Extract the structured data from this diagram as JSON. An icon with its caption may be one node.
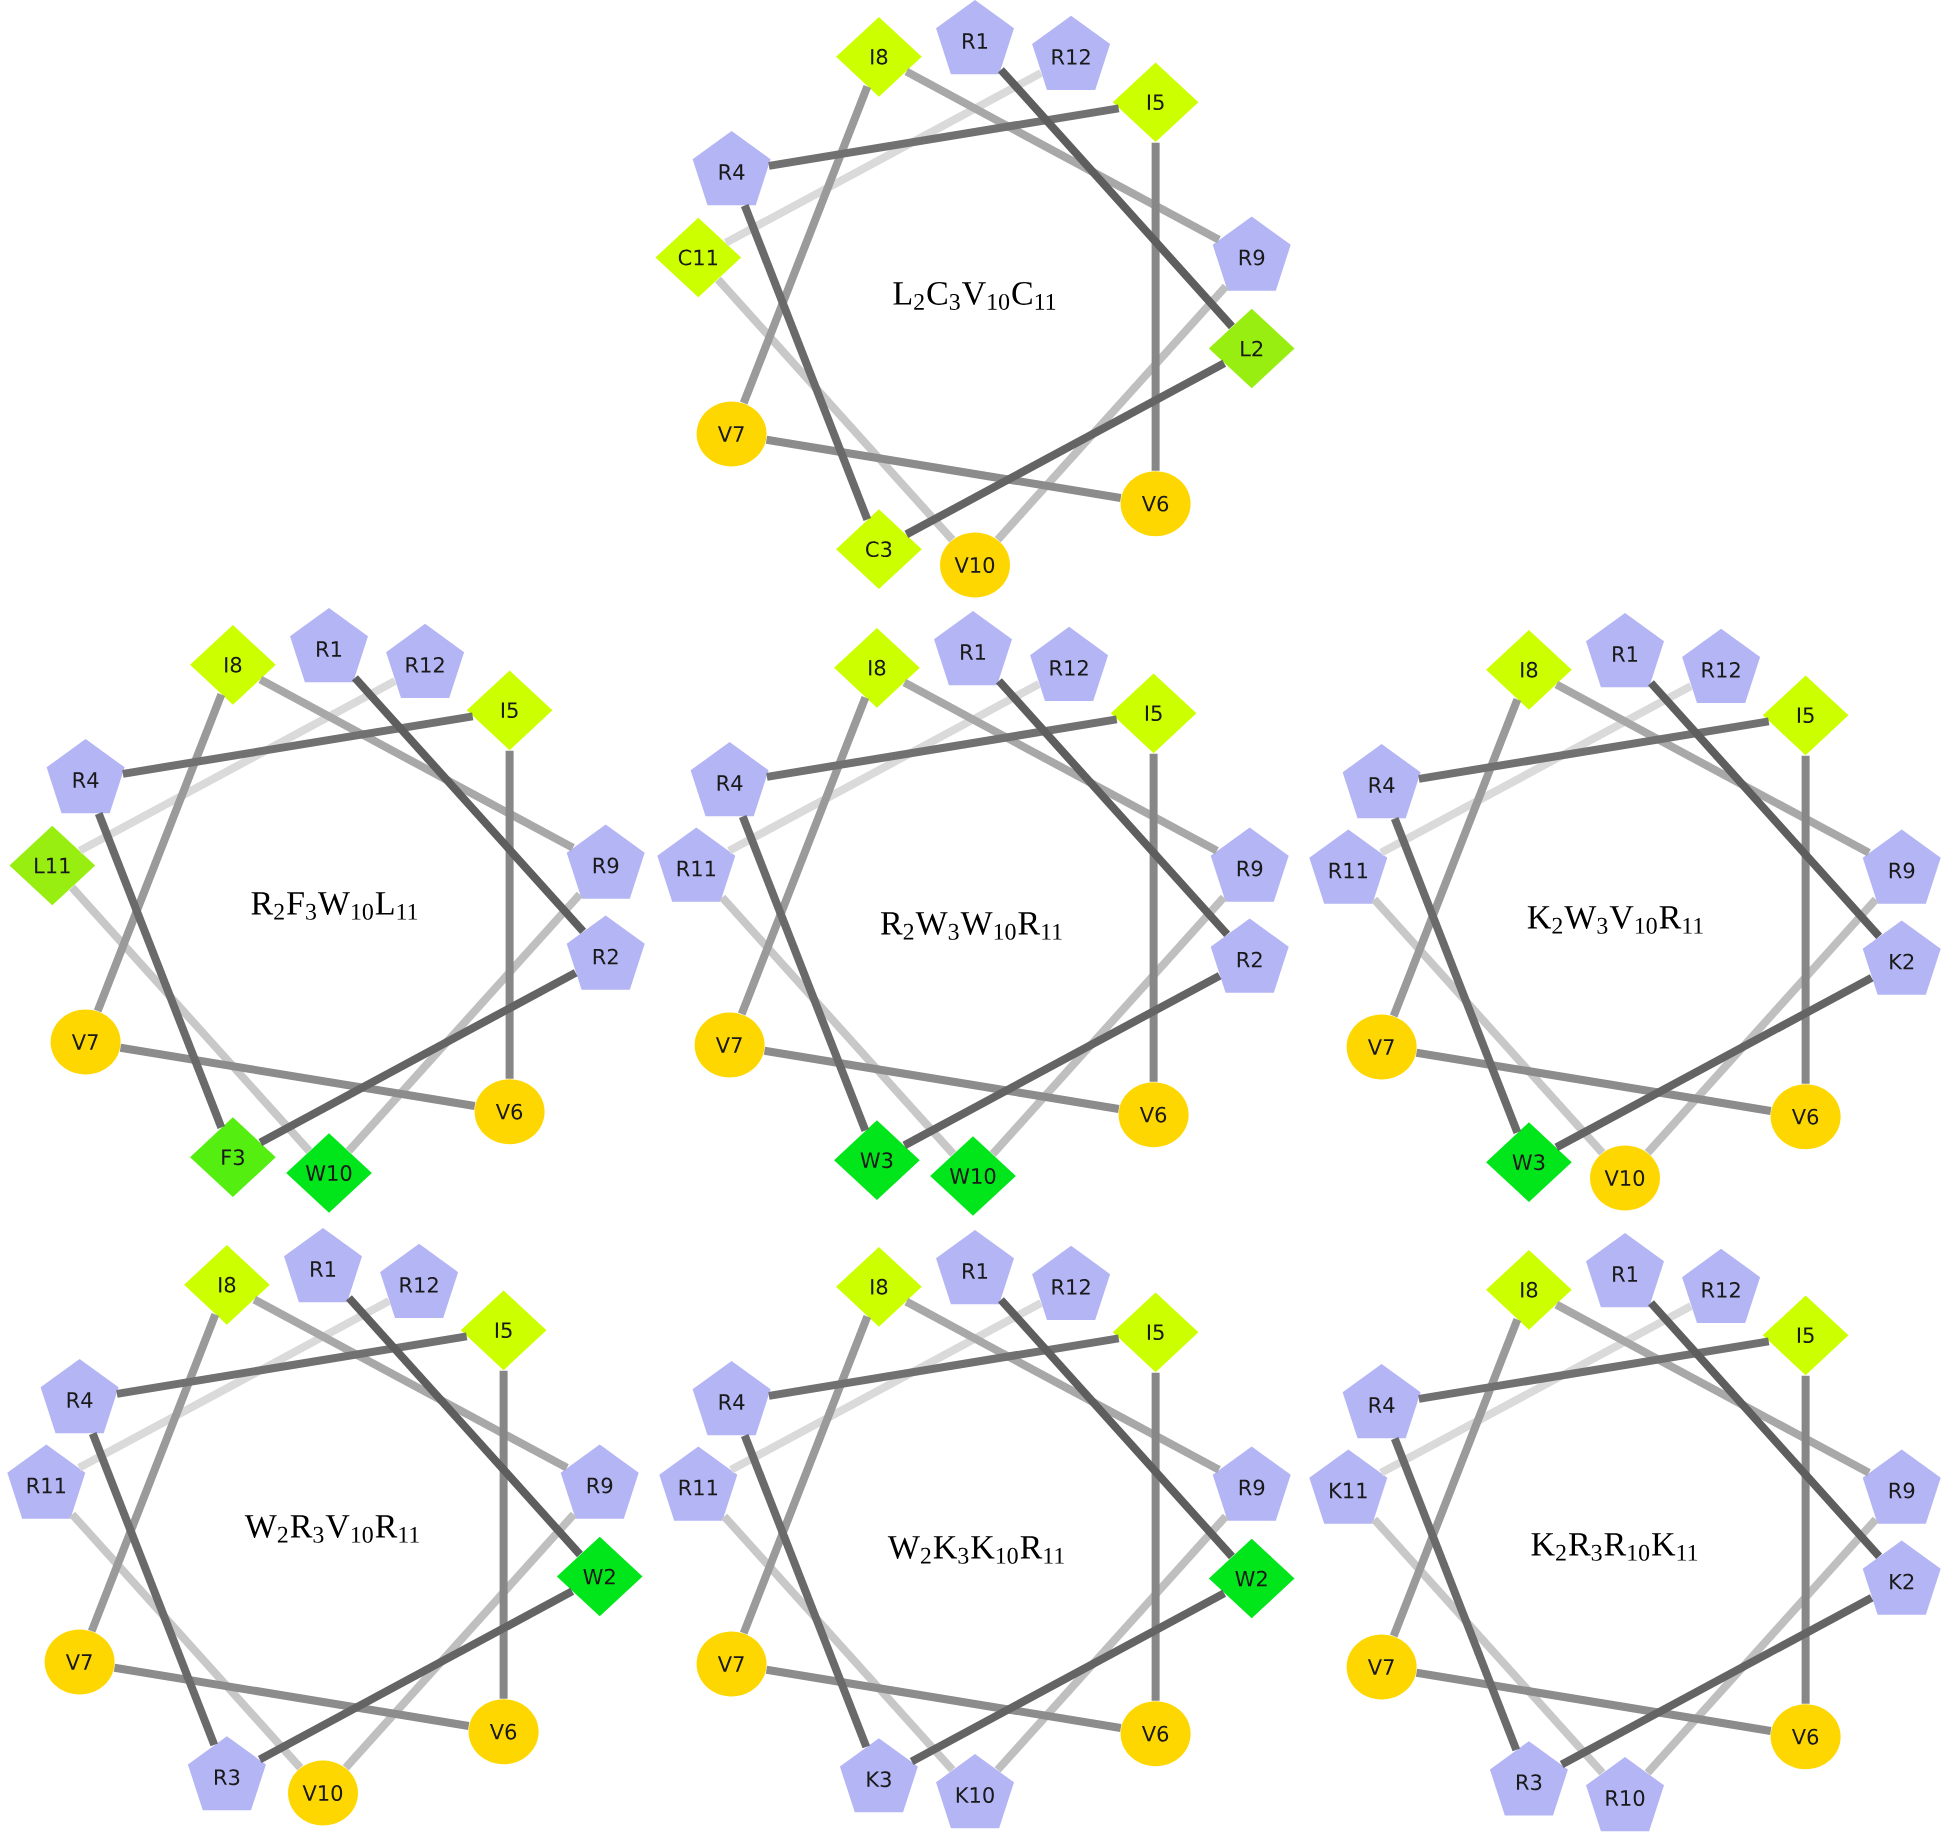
{
  "diagram": {
    "nodes": [
      {
        "text": [
          "R1"
        ]
      },
      {
        "text": [
          "L2"
        ]
      },
      {
        "text": [
          "C3"
        ]
      },
      {
        "text": [
          "R4"
        ]
      },
      {
        "text": [
          "I5"
        ]
      },
      {
        "text": [
          "V6"
        ]
      },
      {
        "text": [
          "V7"
        ]
      },
      {
        "text": [
          "I8"
        ]
      },
      {
        "text": [
          "R9"
        ]
      },
      {
        "text": [
          "V10"
        ]
      },
      {
        "text": [
          "C11"
        ]
      },
      {
        "text": [
          "R12"
        ]
      },
      {
        "text": [
          "R1"
        ]
      },
      {
        "text": [
          "R2"
        ]
      },
      {
        "text": [
          "F3"
        ]
      },
      {
        "text": [
          "R4"
        ]
      },
      {
        "text": [
          "I5"
        ]
      },
      {
        "text": [
          "V6"
        ]
      },
      {
        "text": [
          "V7"
        ]
      },
      {
        "text": [
          "I8"
        ]
      },
      {
        "text": [
          "R9"
        ]
      },
      {
        "text": [
          "W10"
        ]
      },
      {
        "text": [
          "L11"
        ]
      },
      {
        "text": [
          "R12"
        ]
      },
      {
        "text": [
          "R1"
        ]
      },
      {
        "text": [
          "R2"
        ]
      },
      {
        "text": [
          "W3"
        ]
      },
      {
        "text": [
          "R4"
        ]
      },
      {
        "text": [
          "I5"
        ]
      },
      {
        "text": [
          "V6"
        ]
      },
      {
        "text": [
          "V7"
        ]
      },
      {
        "text": [
          "I8"
        ]
      },
      {
        "text": [
          "R9"
        ]
      },
      {
        "text": [
          "W10"
        ]
      },
      {
        "text": [
          "R11"
        ]
      },
      {
        "text": [
          "R12"
        ]
      },
      {
        "text": [
          "R1"
        ]
      },
      {
        "text": [
          "K2"
        ]
      },
      {
        "text": [
          "W3"
        ]
      },
      {
        "text": [
          "R4"
        ]
      },
      {
        "text": [
          "I5"
        ]
      },
      {
        "text": [
          "V6"
        ]
      },
      {
        "text": [
          "V7"
        ]
      },
      {
        "text": [
          "I8"
        ]
      },
      {
        "text": [
          "R9"
        ]
      },
      {
        "text": [
          "V10"
        ]
      },
      {
        "text": [
          "R11"
        ]
      },
      {
        "text": [
          "R12"
        ]
      },
      {
        "text": [
          "R1"
        ]
      },
      {
        "text": [
          "W2"
        ]
      },
      {
        "text": [
          "R3"
        ]
      },
      {
        "text": [
          "R4"
        ]
      },
      {
        "text": [
          "I5"
        ]
      },
      {
        "text": [
          "V6"
        ]
      },
      {
        "text": [
          "V7"
        ]
      },
      {
        "text": [
          "I8"
        ]
      },
      {
        "text": [
          "R9"
        ]
      },
      {
        "text": [
          "V10"
        ]
      },
      {
        "text": [
          "R11"
        ]
      },
      {
        "text": [
          "R12"
        ]
      },
      {
        "text": [
          "R1"
        ]
      },
      {
        "text": [
          "W2"
        ]
      },
      {
        "text": [
          "K3"
        ]
      },
      {
        "text": [
          "R4"
        ]
      },
      {
        "text": [
          "I5"
        ]
      },
      {
        "text": [
          "V6"
        ]
      },
      {
        "text": [
          "V7"
        ]
      },
      {
        "text": [
          "I8"
        ]
      },
      {
        "text": [
          "R9"
        ]
      },
      {
        "text": [
          "K10"
        ]
      },
      {
        "text": [
          "R11"
        ]
      },
      {
        "text": [
          "R12"
        ]
      },
      {
        "text": [
          "R1"
        ]
      },
      {
        "text": [
          "K2"
        ]
      },
      {
        "text": [
          "R3"
        ]
      },
      {
        "text": [
          "R4"
        ]
      },
      {
        "text": [
          "I5"
        ]
      },
      {
        "text": [
          "V6"
        ]
      },
      {
        "text": [
          "V7"
        ]
      },
      {
        "text": [
          "I8"
        ]
      },
      {
        "text": [
          "R9"
        ]
      },
      {
        "text": [
          "R10"
        ]
      },
      {
        "text": [
          "K11"
        ]
      },
      {
        "text": [
          "R12"
        ]
      }
    ],
    "edges": [
      {
        "from": 0,
        "to": 1,
        "arrow": "none",
        "color": "#5e5e5e"
      },
      {
        "from": 1,
        "to": 2,
        "arrow": "none",
        "color": "#646464"
      },
      {
        "from": 2,
        "to": 3,
        "arrow": "none",
        "color": "#6a6a6a"
      },
      {
        "from": 3,
        "to": 4,
        "arrow": "none",
        "color": "#717171"
      },
      {
        "from": 4,
        "to": 5,
        "arrow": "none",
        "color": "#878787"
      },
      {
        "from": 5,
        "to": 6,
        "arrow": "none",
        "color": "#8c8c8c"
      },
      {
        "from": 6,
        "to": 7,
        "arrow": "none",
        "color": "#9a9a9a"
      },
      {
        "from": 7,
        "to": 8,
        "arrow": "none",
        "color": "#a8a8a8"
      },
      {
        "from": 8,
        "to": 9,
        "arrow": "none",
        "color": "#bfbfbf"
      },
      {
        "from": 9,
        "to": 10,
        "arrow": "none",
        "color": "#c8c8c8"
      },
      {
        "from": 10,
        "to": 11,
        "arrow": "none",
        "color": "#dadada"
      },
      {
        "from": 12,
        "to": 13,
        "arrow": "none",
        "color": "#5e5e5e"
      },
      {
        "from": 13,
        "to": 14,
        "arrow": "none",
        "color": "#646464"
      },
      {
        "from": 14,
        "to": 15,
        "arrow": "none",
        "color": "#6a6a6a"
      },
      {
        "from": 15,
        "to": 16,
        "arrow": "none",
        "color": "#717171"
      },
      {
        "from": 16,
        "to": 17,
        "arrow": "none",
        "color": "#878787"
      },
      {
        "from": 17,
        "to": 18,
        "arrow": "none",
        "color": "#8c8c8c"
      },
      {
        "from": 18,
        "to": 19,
        "arrow": "none",
        "color": "#9a9a9a"
      },
      {
        "from": 19,
        "to": 20,
        "arrow": "none",
        "color": "#a8a8a8"
      },
      {
        "from": 20,
        "to": 21,
        "arrow": "none",
        "color": "#bfbfbf"
      },
      {
        "from": 21,
        "to": 22,
        "arrow": "none",
        "color": "#c8c8c8"
      },
      {
        "from": 22,
        "to": 23,
        "arrow": "none",
        "color": "#dadada"
      },
      {
        "from": 24,
        "to": 25,
        "arrow": "none",
        "color": "#5e5e5e"
      },
      {
        "from": 25,
        "to": 26,
        "arrow": "none",
        "color": "#646464"
      },
      {
        "from": 26,
        "to": 27,
        "arrow": "none",
        "color": "#6a6a6a"
      },
      {
        "from": 27,
        "to": 28,
        "arrow": "none",
        "color": "#717171"
      },
      {
        "from": 28,
        "to": 29,
        "arrow": "none",
        "color": "#878787"
      },
      {
        "from": 29,
        "to": 30,
        "arrow": "none",
        "color": "#8c8c8c"
      },
      {
        "from": 30,
        "to": 31,
        "arrow": "none",
        "color": "#9a9a9a"
      },
      {
        "from": 31,
        "to": 32,
        "arrow": "none",
        "color": "#a8a8a8"
      },
      {
        "from": 32,
        "to": 33,
        "arrow": "none",
        "color": "#bfbfbf"
      },
      {
        "from": 33,
        "to": 34,
        "arrow": "none",
        "color": "#c8c8c8"
      },
      {
        "from": 34,
        "to": 35,
        "arrow": "none",
        "color": "#dadada"
      },
      {
        "from": 36,
        "to": 37,
        "arrow": "none",
        "color": "#5e5e5e"
      },
      {
        "from": 37,
        "to": 38,
        "arrow": "none",
        "color": "#646464"
      },
      {
        "from": 38,
        "to": 39,
        "arrow": "none",
        "color": "#6a6a6a"
      },
      {
        "from": 39,
        "to": 40,
        "arrow": "none",
        "color": "#717171"
      },
      {
        "from": 40,
        "to": 41,
        "arrow": "none",
        "color": "#878787"
      },
      {
        "from": 41,
        "to": 42,
        "arrow": "none",
        "color": "#8c8c8c"
      },
      {
        "from": 42,
        "to": 43,
        "arrow": "none",
        "color": "#9a9a9a"
      },
      {
        "from": 43,
        "to": 44,
        "arrow": "none",
        "color": "#a8a8a8"
      },
      {
        "from": 44,
        "to": 45,
        "arrow": "none",
        "color": "#bfbfbf"
      },
      {
        "from": 45,
        "to": 46,
        "arrow": "none",
        "color": "#c8c8c8"
      },
      {
        "from": 46,
        "to": 47,
        "arrow": "none",
        "color": "#dadada"
      },
      {
        "from": 48,
        "to": 49,
        "arrow": "none",
        "color": "#5e5e5e"
      },
      {
        "from": 49,
        "to": 50,
        "arrow": "none",
        "color": "#646464"
      },
      {
        "from": 50,
        "to": 51,
        "arrow": "none",
        "color": "#6a6a6a"
      },
      {
        "from": 51,
        "to": 52,
        "arrow": "none",
        "color": "#717171"
      },
      {
        "from": 52,
        "to": 53,
        "arrow": "none",
        "color": "#878787"
      },
      {
        "from": 53,
        "to": 54,
        "arrow": "none",
        "color": "#8c8c8c"
      },
      {
        "from": 54,
        "to": 55,
        "arrow": "none",
        "color": "#9a9a9a"
      },
      {
        "from": 55,
        "to": 56,
        "arrow": "none",
        "color": "#a8a8a8"
      },
      {
        "from": 56,
        "to": 57,
        "arrow": "none",
        "color": "#bfbfbf"
      },
      {
        "from": 57,
        "to": 58,
        "arrow": "none",
        "color": "#c8c8c8"
      },
      {
        "from": 58,
        "to": 59,
        "arrow": "none",
        "color": "#dadada"
      },
      {
        "from": 60,
        "to": 61,
        "arrow": "none",
        "color": "#5e5e5e"
      },
      {
        "from": 61,
        "to": 62,
        "arrow": "none",
        "color": "#646464"
      },
      {
        "from": 62,
        "to": 63,
        "arrow": "none",
        "color": "#6a6a6a"
      },
      {
        "from": 63,
        "to": 64,
        "arrow": "none",
        "color": "#717171"
      },
      {
        "from": 64,
        "to": 65,
        "arrow": "none",
        "color": "#878787"
      },
      {
        "from": 65,
        "to": 66,
        "arrow": "none",
        "color": "#8c8c8c"
      },
      {
        "from": 66,
        "to": 67,
        "arrow": "none",
        "color": "#9a9a9a"
      },
      {
        "from": 67,
        "to": 68,
        "arrow": "none",
        "color": "#a8a8a8"
      },
      {
        "from": 68,
        "to": 69,
        "arrow": "none",
        "color": "#bfbfbf"
      },
      {
        "from": 69,
        "to": 70,
        "arrow": "none",
        "color": "#c8c8c8"
      },
      {
        "from": 70,
        "to": 71,
        "arrow": "none",
        "color": "#dadada"
      },
      {
        "from": 72,
        "to": 73,
        "arrow": "none",
        "color": "#5e5e5e"
      },
      {
        "from": 73,
        "to": 74,
        "arrow": "none",
        "color": "#646464"
      },
      {
        "from": 74,
        "to": 75,
        "arrow": "none",
        "color": "#6a6a6a"
      },
      {
        "from": 75,
        "to": 76,
        "arrow": "none",
        "color": "#717171"
      },
      {
        "from": 76,
        "to": 77,
        "arrow": "none",
        "color": "#878787"
      },
      {
        "from": 77,
        "to": 78,
        "arrow": "none",
        "color": "#8c8c8c"
      },
      {
        "from": 78,
        "to": 79,
        "arrow": "none",
        "color": "#9a9a9a"
      },
      {
        "from": 79,
        "to": 80,
        "arrow": "none",
        "color": "#a8a8a8"
      },
      {
        "from": 80,
        "to": 81,
        "arrow": "none",
        "color": "#bfbfbf"
      },
      {
        "from": 81,
        "to": 82,
        "arrow": "none",
        "color": "#c8c8c8"
      },
      {
        "from": 82,
        "to": 83,
        "arrow": "none",
        "color": "#dadada"
      }
    ],
    "labels": [
      "L$_{2}$C$_{3}$V$_{10}$C$_{11}$",
      "R$_{2}$F$_{3}$W$_{10}$L$_{11}$",
      "R$_{2}$W$_{3}$W$_{10}$R$_{11}$",
      "K$_{2}$W$_{3}$V$_{10}$R$_{11}$",
      "W$_{2}$R$_{3}$V$_{10}$R$_{11}$",
      "W$_{2}$K$_{3}$K$_{10}$R$_{11}$",
      "K$_{2}$R$_{3}$R$_{10}$K$_{11}$"
    ]
  }
}
